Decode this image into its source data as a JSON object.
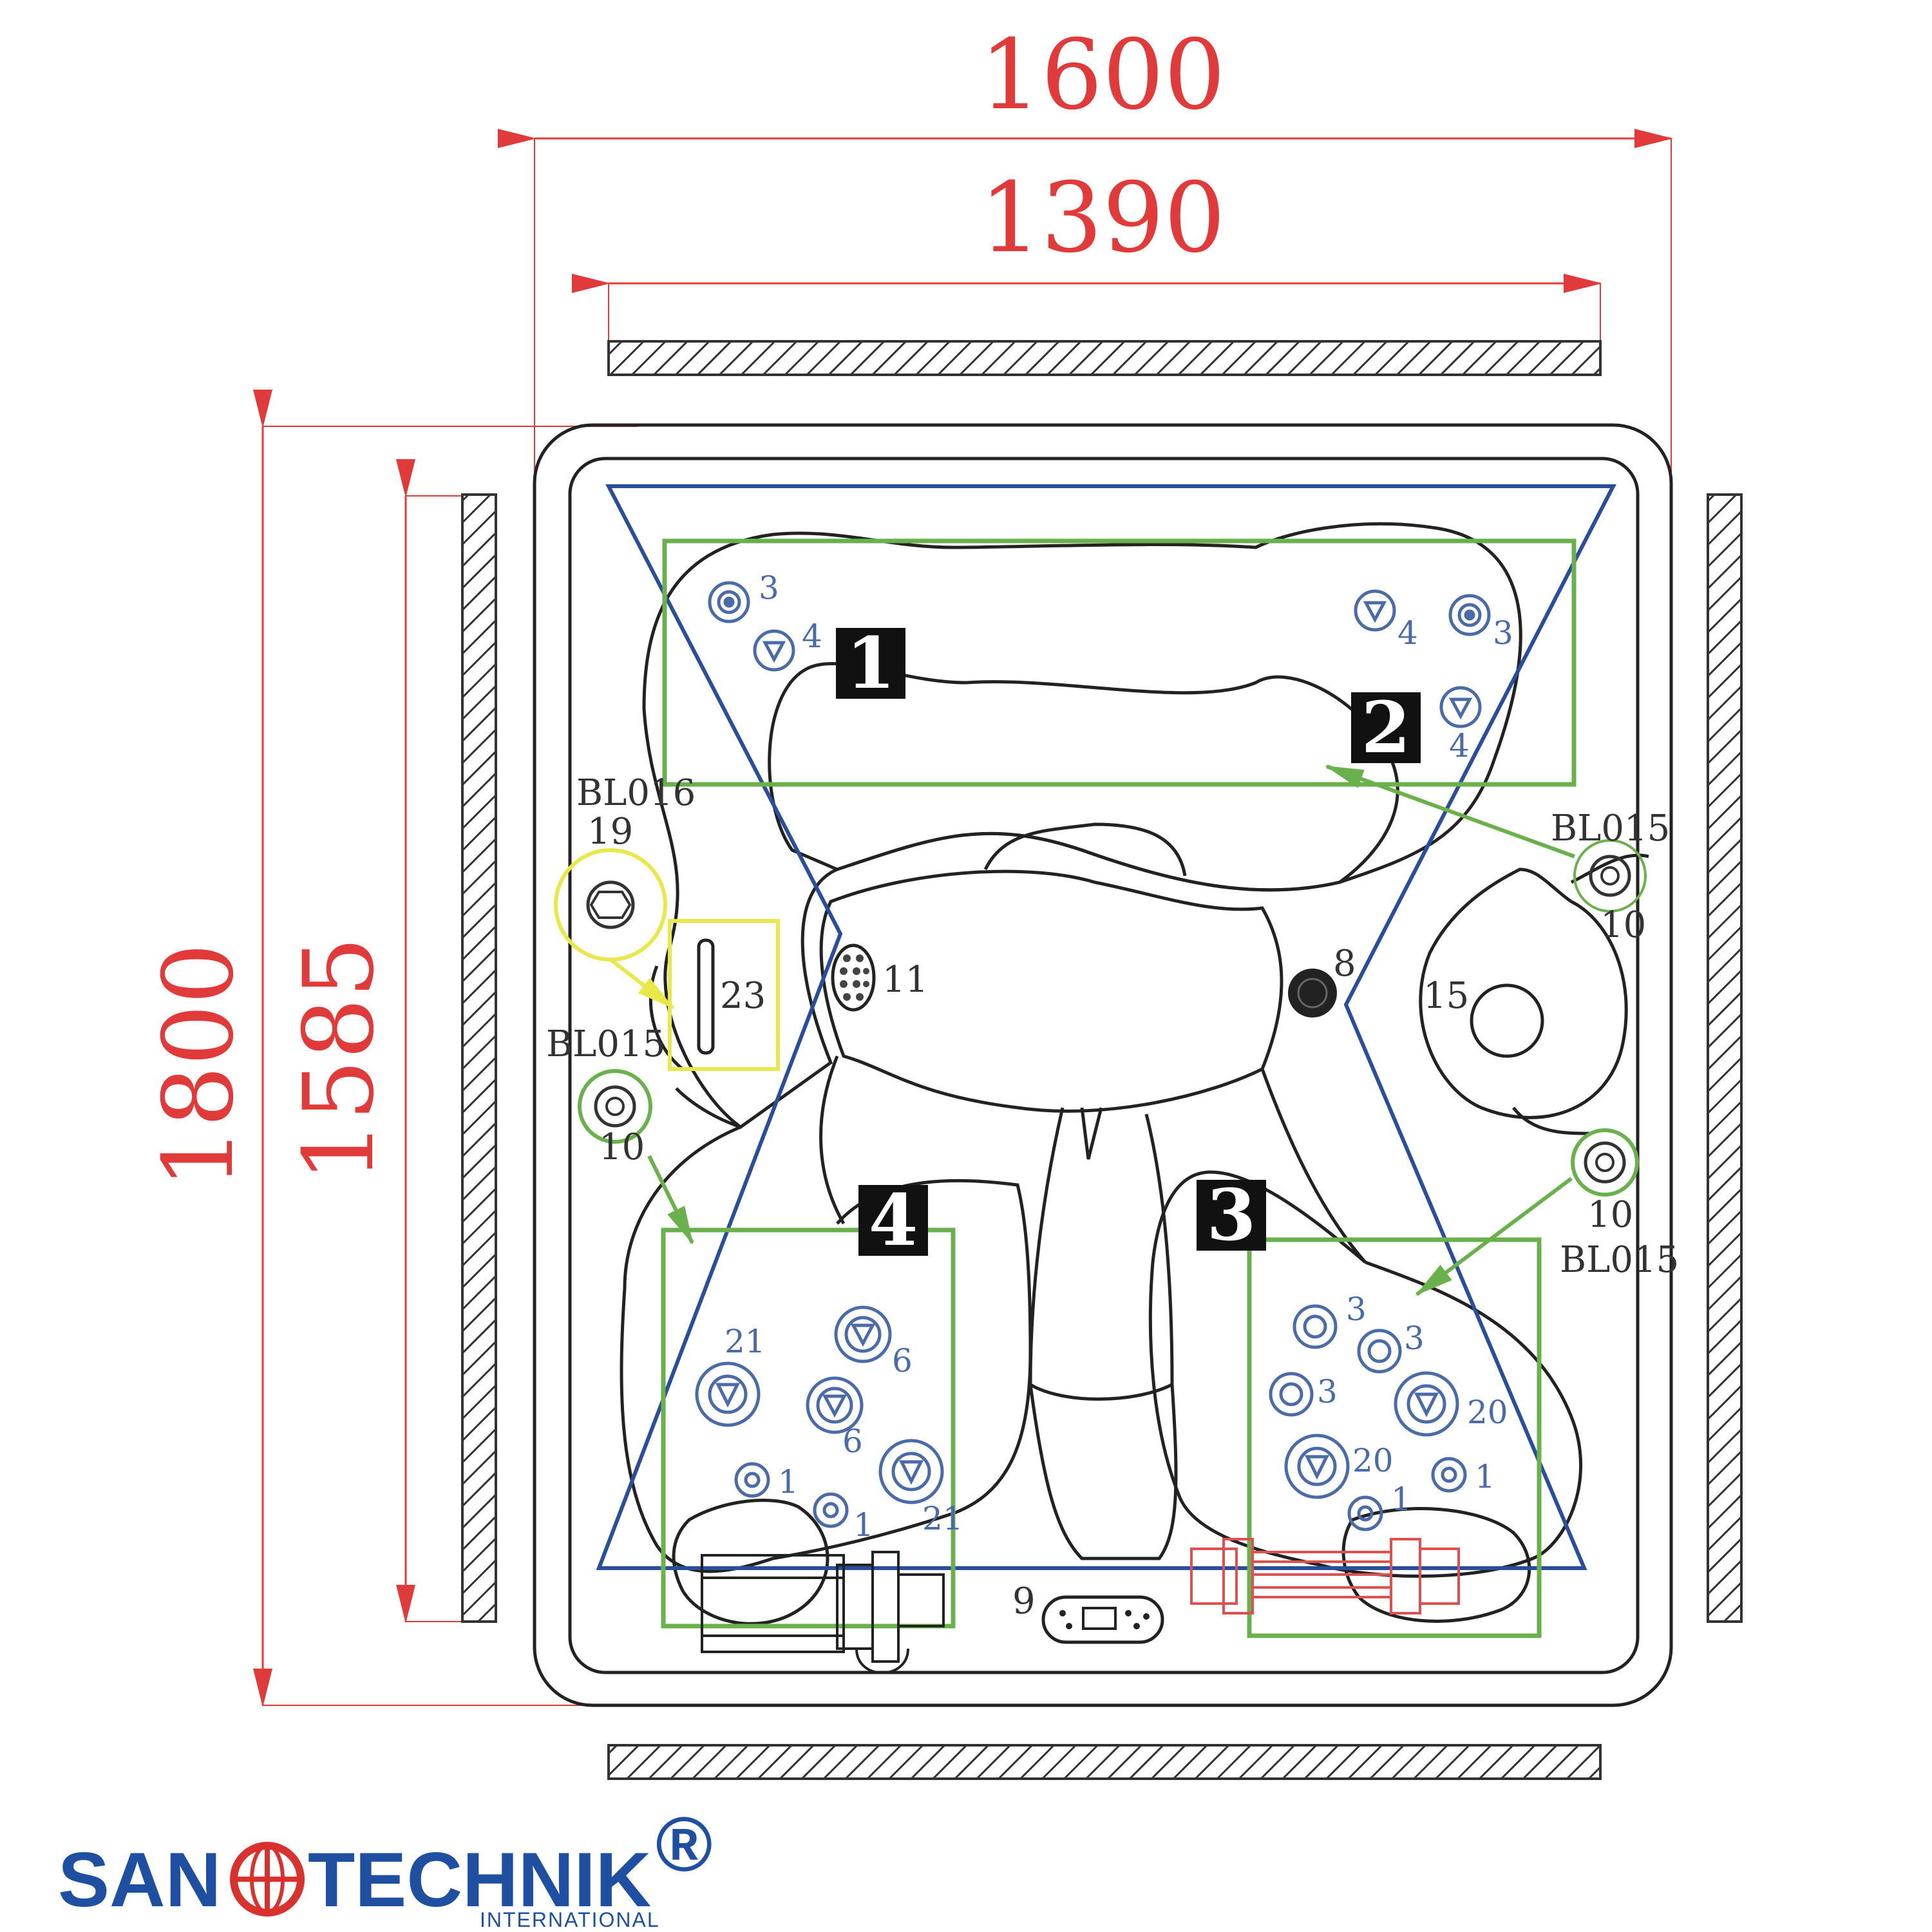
{
  "dimensions": {
    "outer_width": "1600",
    "inner_width": "1390",
    "outer_length": "1800",
    "inner_length": "1585"
  },
  "zones": [
    "1",
    "2",
    "3",
    "4"
  ],
  "fittings": {
    "left_bl016": "BL016",
    "left_19": "19",
    "left_bl015": "BL015",
    "left_23": "23",
    "left_10": "10",
    "right_top_bl015": "BL015",
    "right_top_10": "10",
    "right_bottom_10": "10",
    "right_bottom_bl015": "BL015",
    "center_11": "11",
    "center_8": "8",
    "seat_15": "15",
    "panel_9": "9"
  },
  "jets": {
    "z1_a": "3",
    "z1_b": "4",
    "z2_a": "4",
    "z2_b": "3",
    "z2_c": "4",
    "z4_a": "21",
    "z4_b": "6",
    "z4_c": "6",
    "z4_d": "1",
    "z4_e": "1",
    "z4_f": "21",
    "z3_a": "3",
    "z3_b": "3",
    "z3_c": "3",
    "z3_d": "20",
    "z3_e": "20",
    "z3_f": "1",
    "z3_g": "1"
  },
  "brand": {
    "name_left": "SAN",
    "name_right": "TECHNIK",
    "registered": "®",
    "sub": "INTERNATIONAL"
  },
  "colors": {
    "dimension": "#e03a3a",
    "outline": "#222222",
    "jet": "#4a6aa8",
    "zone_box": "#6ab04c",
    "suction_highlight": "#e8e84a",
    "heater": "#e05050",
    "brand": "#1f4fa0"
  }
}
